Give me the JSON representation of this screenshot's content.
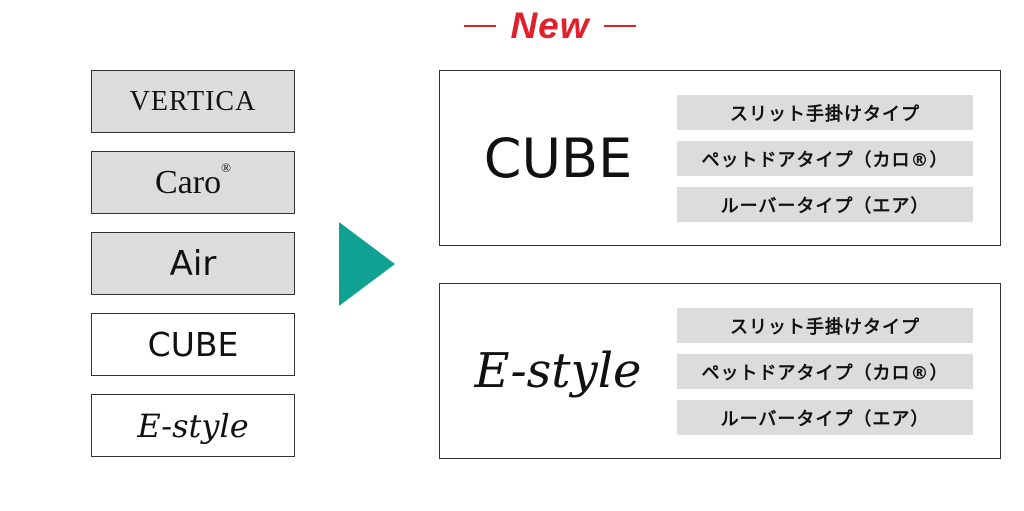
{
  "heading": {
    "text": "New"
  },
  "colors": {
    "accent_red": "#e0202a",
    "arrow_teal": "#0fa191",
    "legacy_fill": "#dcdcdc"
  },
  "series_list": [
    {
      "label": "VERTICA",
      "state": "legacy"
    },
    {
      "label": "Caro",
      "mark": "®",
      "state": "legacy"
    },
    {
      "label": "Air",
      "state": "legacy"
    },
    {
      "label": "CUBE",
      "state": "current"
    },
    {
      "label": "E-style",
      "state": "current"
    }
  ],
  "arrow_icon": "right-triangle-arrow-icon",
  "new_panels": [
    {
      "name": "CUBE",
      "types": [
        "スリット手掛けタイプ",
        "ペットドアタイプ（カロ®）",
        "ルーバータイプ（エア）"
      ]
    },
    {
      "name": "E-style",
      "types": [
        "スリット手掛けタイプ",
        "ペットドアタイプ（カロ®）",
        "ルーバータイプ（エア）"
      ]
    }
  ]
}
